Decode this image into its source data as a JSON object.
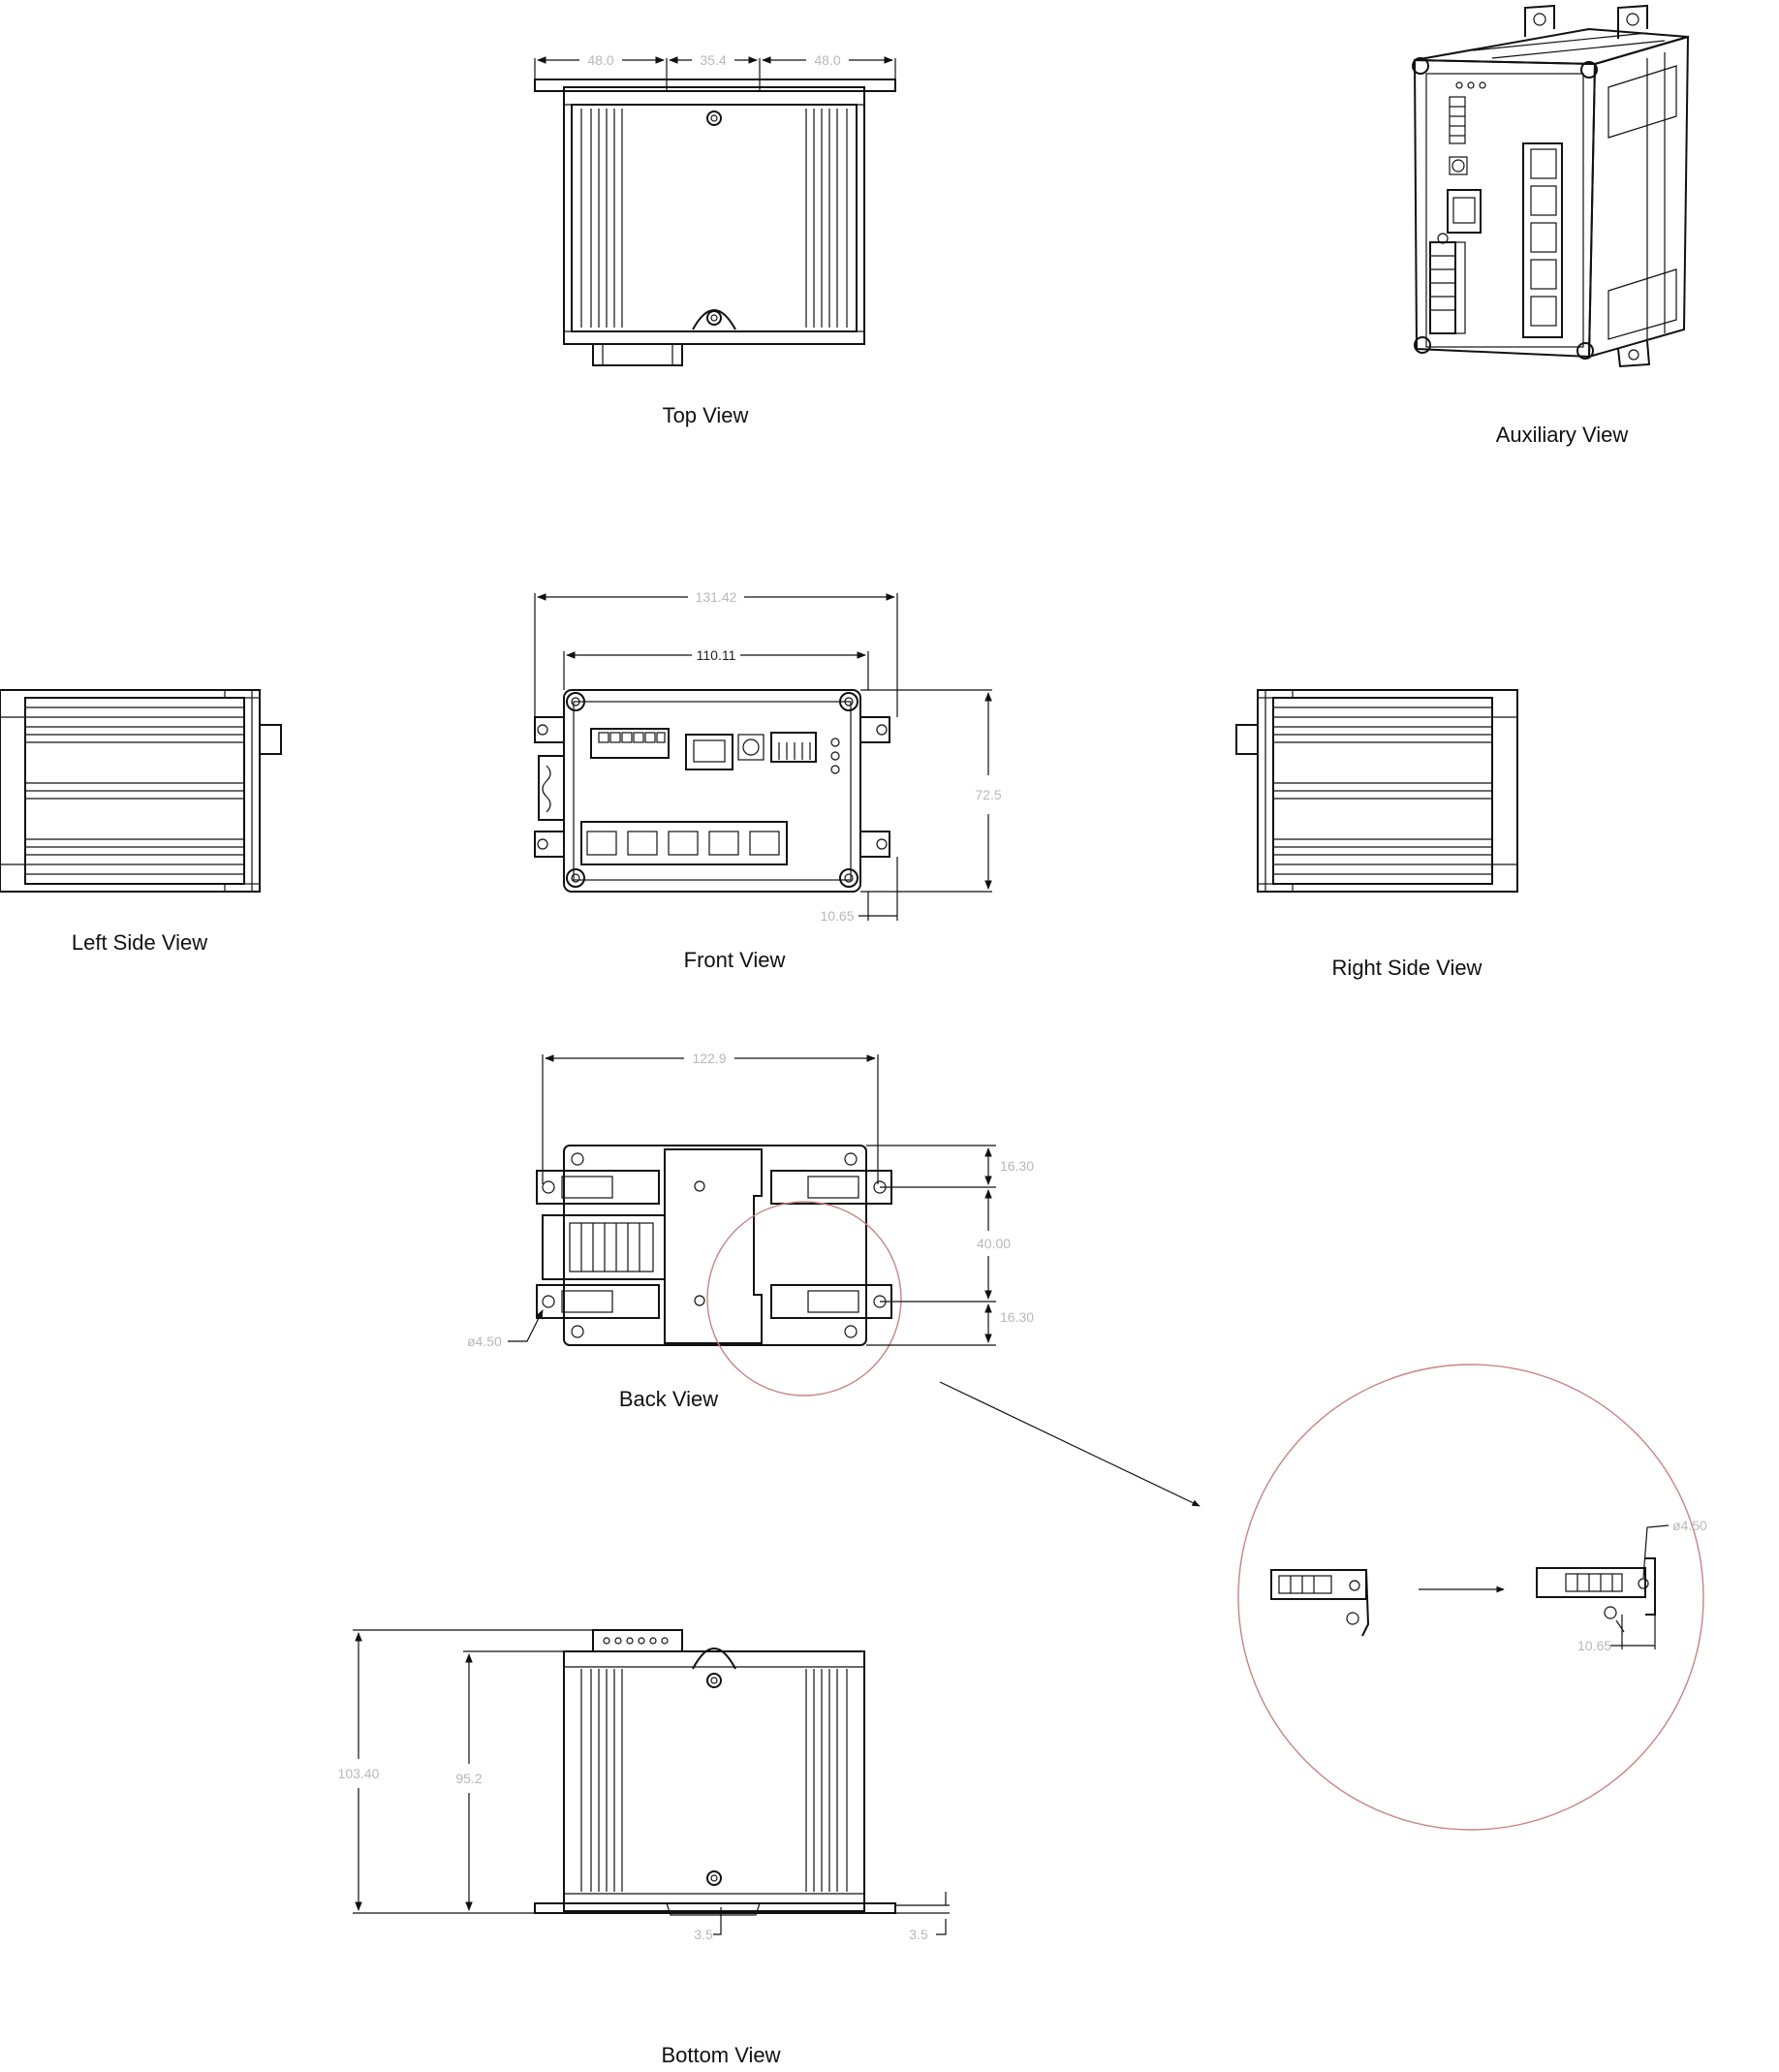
{
  "views": {
    "top": "Top View",
    "auxiliary": "Auxiliary View",
    "left_side": "Left Side View",
    "front": "Front View",
    "right_side": "Right Side View",
    "back": "Back View",
    "bottom": "Bottom View"
  },
  "dimensions": {
    "top_left": "48.0",
    "top_mid": "35.4",
    "top_right": "48.0",
    "front_overall_width": "131.42",
    "front_inner_width": "110.11",
    "front_height": "72.5",
    "front_offset": "10.65",
    "back_width": "122.9",
    "back_top_gap": "16.30",
    "back_mid_gap": "40.00",
    "back_bottom_gap": "16.30",
    "back_hole": "ø4.50",
    "detail_hole": "ø4.50",
    "detail_offset": "10.65",
    "bottom_total_height": "103.40",
    "bottom_body_height": "95.2",
    "bottom_left_step": "3.5",
    "bottom_right_step": "3.5"
  }
}
